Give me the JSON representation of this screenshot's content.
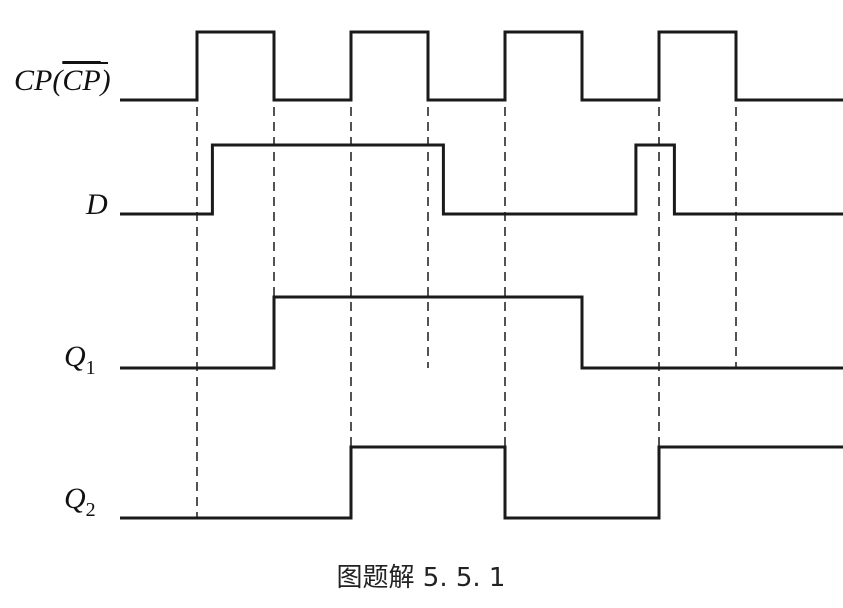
{
  "caption": "图题解 5. 5. 1",
  "signals": [
    {
      "id": "cp",
      "label": "CP(",
      "label_over": "CP",
      "label_close": ")",
      "initial": 0,
      "transitions": [
        1.0,
        2.0,
        3.0,
        4.0,
        5.0,
        6.0,
        7.0,
        8.0
      ]
    },
    {
      "id": "d",
      "label": "D",
      "initial": 0,
      "transitions": [
        1.2,
        4.2,
        6.7,
        7.2
      ]
    },
    {
      "id": "q1",
      "label": "Q",
      "sub": "1",
      "initial": 0,
      "transitions": [
        2.0,
        6.0
      ]
    },
    {
      "id": "q2",
      "label": "Q",
      "sub": "2",
      "initial": 0,
      "transitions": [
        3.0,
        5.0,
        7.0
      ]
    }
  ],
  "dashed_lines": [
    {
      "t": 1.0,
      "from": "cp",
      "to": "q2"
    },
    {
      "t": 2.0,
      "from": "cp",
      "to": "q1"
    },
    {
      "t": 3.0,
      "from": "cp",
      "to": "q2"
    },
    {
      "t": 4.0,
      "from": "cp",
      "to": "q1"
    },
    {
      "t": 5.0,
      "from": "cp",
      "to": "q2"
    },
    {
      "t": 7.0,
      "from": "cp",
      "to": "q2"
    },
    {
      "t": 8.0,
      "from": "cp",
      "to": "q1"
    }
  ],
  "time_end": 9.4
}
